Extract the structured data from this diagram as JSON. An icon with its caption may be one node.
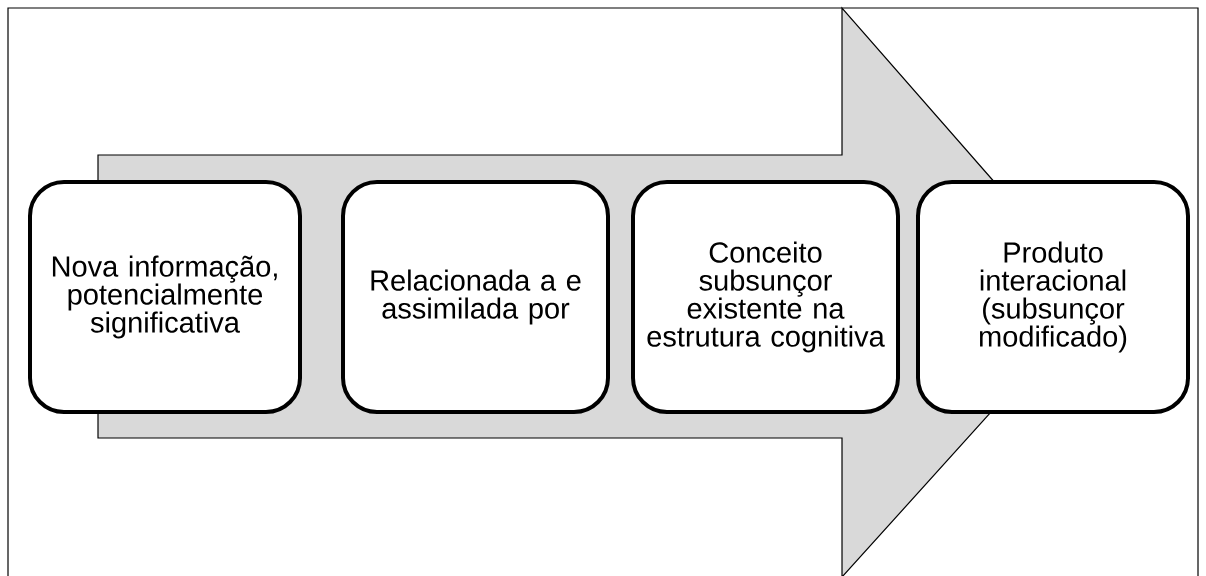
{
  "diagram": {
    "nodes": [
      {
        "text": [
          "Nova informação, potencialmente significativa"
        ]
      },
      {
        "text": [
          "Relacionada a e assimilada por"
        ]
      },
      {
        "text": [
          "Conceito subsunçor existente na estrutura cognitiva"
        ]
      },
      {
        "text": [
          "Produto interacional (subsunçor modificado)"
        ]
      }
    ],
    "edges": [
      {
        "from": 0,
        "to": 3,
        "arrow": "to"
      }
    ]
  }
}
